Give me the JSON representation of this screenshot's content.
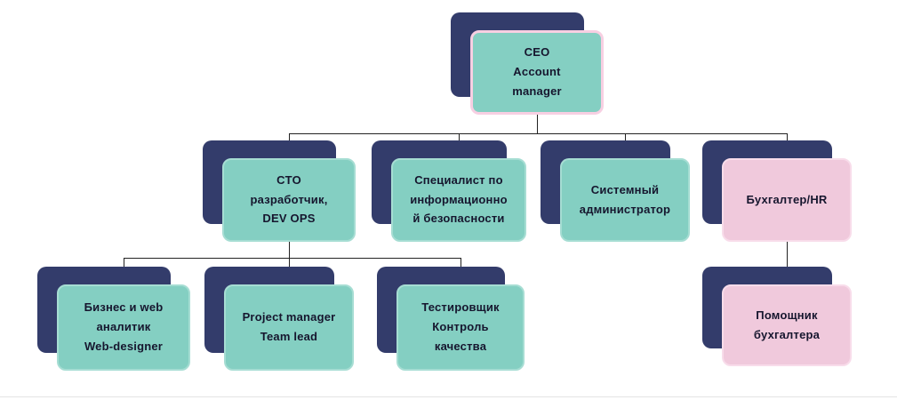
{
  "diagram": {
    "type": "org-chart",
    "background": "#ffffff",
    "hierarchy": {
      "ceo": [
        "cto",
        "security",
        "sysadmin",
        "accountant"
      ],
      "cto": [
        "analyst",
        "pm",
        "tester"
      ],
      "accountant": [
        "assistant"
      ]
    }
  },
  "colors": {
    "shadow_navy": "#333c6b",
    "teal_fill": "#84cfc2",
    "teal_border": "#a6ddd3",
    "pink_fill": "#f0c9dc",
    "pink_border": "#f8dcea",
    "ceo_border": "#f7cfe2",
    "line": "#222222",
    "text": "#16162e",
    "divider": "#e4e4e4"
  },
  "nodes": {
    "ceo": {
      "variant": "teal",
      "lines": [
        "CEO",
        "Account",
        "manager"
      ]
    },
    "cto": {
      "variant": "teal",
      "lines": [
        "CTO",
        "разработчик,",
        "DEV OPS"
      ]
    },
    "security": {
      "variant": "teal",
      "lines": [
        "Специалист по",
        "информационно",
        "й безопасности"
      ]
    },
    "sysadmin": {
      "variant": "teal",
      "lines": [
        "Системный",
        "администратор"
      ]
    },
    "accountant": {
      "variant": "pink",
      "lines": [
        "Бухгалтер/HR"
      ]
    },
    "analyst": {
      "variant": "teal",
      "lines": [
        "Бизнес и web",
        "аналитик",
        "Web-designer"
      ]
    },
    "pm": {
      "variant": "teal",
      "lines": [
        "Project manager",
        "Team lead"
      ]
    },
    "tester": {
      "variant": "teal",
      "lines": [
        "Тестировщик",
        "Контроль",
        "качества"
      ]
    },
    "assistant": {
      "variant": "pink",
      "lines": [
        "Помощник",
        "бухгалтера"
      ]
    }
  }
}
